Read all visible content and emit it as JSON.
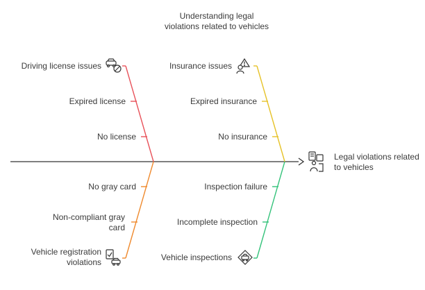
{
  "title": "Understanding legal\nviolations related to vehicles",
  "effect": {
    "label": "Legal violations related\nto vehicles",
    "icon": "legal-document-person-icon"
  },
  "categories": [
    {
      "id": "driving-license",
      "label": "Driving license issues",
      "icon": "car-prohibited-icon",
      "color": "#e8525a",
      "causes": [
        "Expired license",
        "No license"
      ]
    },
    {
      "id": "insurance",
      "label": "Insurance issues",
      "icon": "insurance-warning-person-icon",
      "color": "#e6c229",
      "causes": [
        "Expired insurance",
        "No insurance"
      ]
    },
    {
      "id": "registration",
      "label": "Vehicle registration\nviolations",
      "icon": "registration-document-car-icon",
      "color": "#ef8a2e",
      "causes": [
        "No gray card",
        "Non-compliant gray\ncard"
      ]
    },
    {
      "id": "inspection",
      "label": "Vehicle inspections",
      "icon": "car-inspection-sign-icon",
      "color": "#34c27a",
      "causes": [
        "Inspection failure",
        "Incomplete inspection"
      ]
    }
  ],
  "colors": {
    "spine": "#333333",
    "text": "#3a3a3a"
  }
}
